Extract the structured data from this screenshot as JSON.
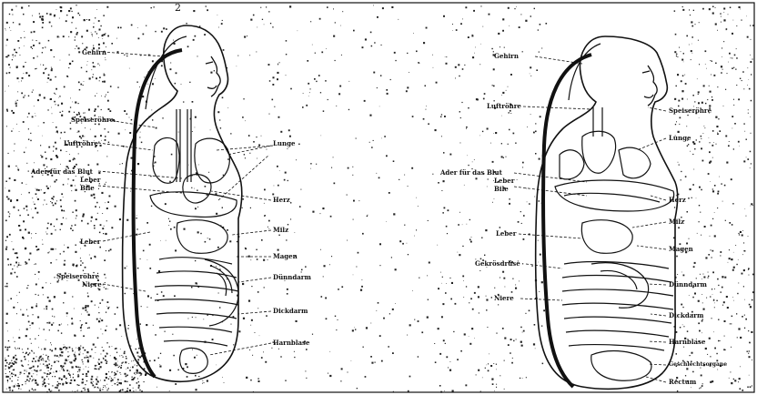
{
  "figure": {
    "stray_mark": "2"
  },
  "left_figure": {
    "labels": {
      "gehirn": "Gehirn",
      "speiseroehre": "Speiseröhre",
      "luftroehre": "Luftröhre",
      "ader": "Ader für das Blut",
      "leber_a": "Leber",
      "bile": "Bile",
      "leber_b": "Leber",
      "speiseroehre_2": "Speiseröhre",
      "niere": "Niere",
      "lunge": "Lunge",
      "herz": "Herz",
      "milz": "Milz",
      "magen": "Magen",
      "duenndarm": "Dünndarm",
      "dickdarm": "Dickdarm",
      "harnblase": "Harnblase"
    }
  },
  "right_figure": {
    "labels": {
      "gehirn": "Gehirn",
      "luftroehre": "Luftröhre",
      "ader": "Ader für das Blut",
      "leber_a": "Leber",
      "bile": "Bile",
      "leber_b": "Leber",
      "gekroese": "Gekrösdrüse",
      "niere": "Niere",
      "speiseroehre": "Speiseröhre",
      "lunge": "Lunge",
      "herz": "Herz",
      "milz": "Milz",
      "magen": "Magen",
      "duenndarm": "Dünndarm",
      "dickdarm": "Dickdarm",
      "harnblase": "Harnblase",
      "geschlecht": "Geschlechtsorgane",
      "rectum": "Rectum"
    }
  }
}
